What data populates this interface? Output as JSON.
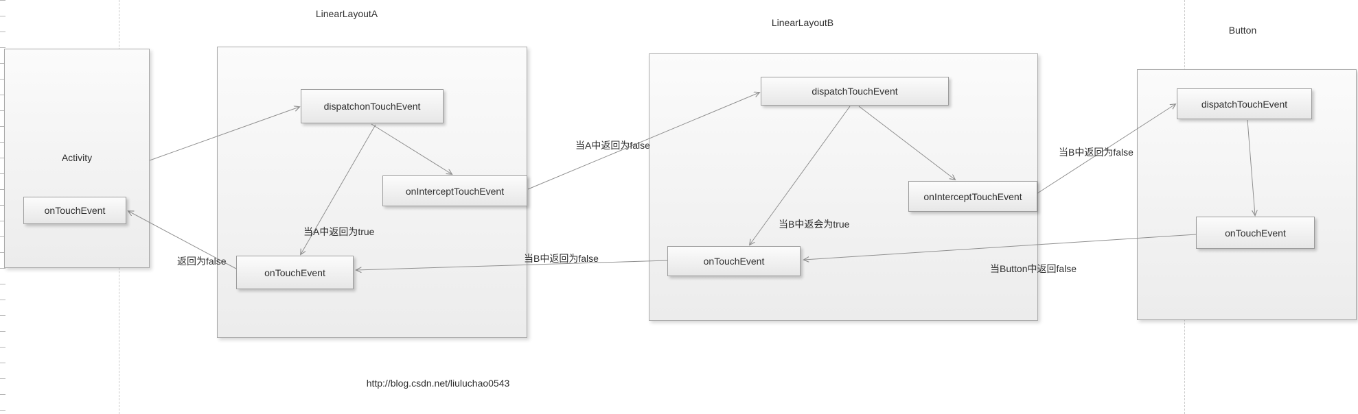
{
  "diagram": {
    "titles": {
      "activity": "Activity",
      "linearLayoutA": "LinearLayoutA",
      "linearLayoutB": "LinearLayoutB",
      "button": "Button"
    },
    "activity": {
      "onTouch": "onTouchEvent"
    },
    "linearLayoutA": {
      "dispatch": "dispatchonTouchEvent",
      "intercept": "onInterceptTouchEvent",
      "onTouch": "onTouchEvent"
    },
    "linearLayoutB": {
      "dispatch": "dispatchTouchEvent",
      "intercept": "onInterceptTouchEvent",
      "onTouch": "onTouchEvent"
    },
    "button": {
      "dispatch": "dispatchTouchEvent",
      "onTouch": "onTouchEvent"
    },
    "edge_labels": {
      "when_a_false": "当A中返回为false",
      "when_a_true": "当A中返回为true",
      "return_false": "返回为false",
      "when_b_true": "当B中返会为true",
      "when_b_false_to_a": "当B中返回为false",
      "when_b_false_to_button": "当B中返回为false",
      "when_button_false": "当Button中返回false"
    },
    "footer_url": "http://blog.csdn.net/liuluchao0543"
  }
}
